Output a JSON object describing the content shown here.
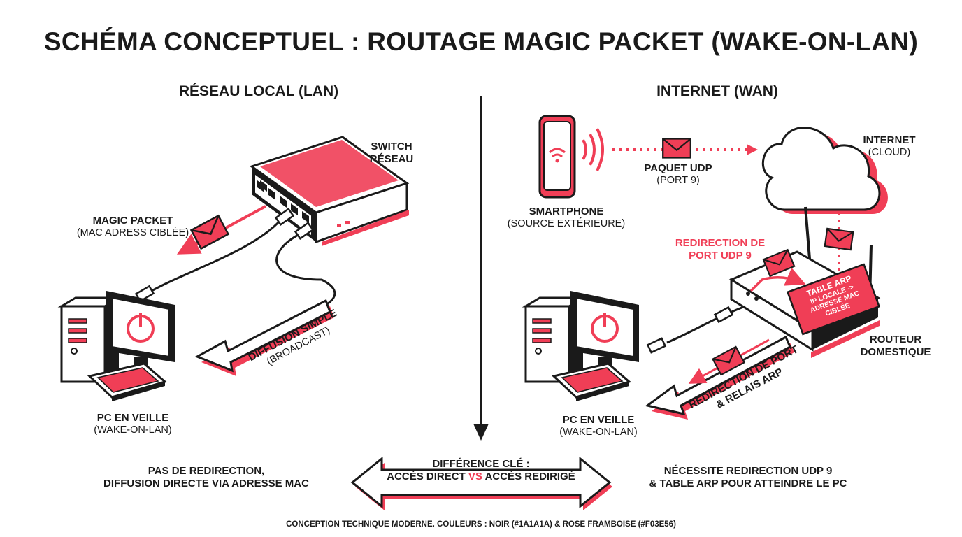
{
  "title": "SCHÉMA CONCEPTUEL : ROUTAGE MAGIC PACKET (WAKE-ON-LAN)",
  "colors": {
    "ink": "#1A1A1A",
    "accent": "#F03E56",
    "background": "#FFFFFF"
  },
  "lan": {
    "heading": "RÉSEAU LOCAL (LAN)",
    "switch": {
      "line1": "SWITCH",
      "line2": "RÉSEAU"
    },
    "magic_packet": {
      "title": "MAGIC PACKET",
      "sub": "(MAC ADRESS CIBLÉE)"
    },
    "broadcast": {
      "title": "DIFFUSION SIMPLE",
      "sub": "(BROADCAST)"
    },
    "pc": {
      "title": "PC EN VEILLE",
      "sub": "(WAKE-ON-LAN)"
    },
    "summary": {
      "line1": "PAS DE REDIRECTION,",
      "line2": "DIFFUSION DIRECTE VIA ADRESSE MAC"
    }
  },
  "wan": {
    "heading": "INTERNET (WAN)",
    "smartphone": {
      "title": "SMARTPHONE",
      "sub": "(SOURCE EXTÉRIEURE)"
    },
    "udp_packet": {
      "title": "PAQUET UDP",
      "sub": "(PORT 9)"
    },
    "internet": {
      "title": "INTERNET",
      "sub": "(CLOUD)"
    },
    "port_redirect": {
      "line1": "REDIRECTION DE",
      "line2": "PORT UDP 9"
    },
    "arp_table": {
      "line1": "TABLE ARP",
      "line2": "IP LOCALE -> ",
      "line3": "ADRESSE MAC",
      "line4": "CIBLÉE"
    },
    "router": {
      "line1": "ROUTEUR",
      "line2": "DOMESTIQUE"
    },
    "relay": {
      "line1": "REDIRECTION DE PORT",
      "line2": "& RELAIS ARP"
    },
    "pc": {
      "title": "PC EN VEILLE",
      "sub": "(WAKE-ON-LAN)"
    },
    "summary": {
      "line1": "NÉCESSITE REDIRECTION UDP 9",
      "line2": "& TABLE ARP POUR ATTEINDRE LE PC"
    }
  },
  "key_difference": {
    "title": "DIFFÉRENCE CLÉ :",
    "part1": "ACCÈS DIRECT",
    "vs": "VS",
    "part2": "ACCÈS REDIRIGÉ"
  },
  "footer": "CONCEPTION TECHNIQUE MODERNE. COULEURS : NOIR (#1A1A1A) & ROSE FRAMBOISE (#F03E56)"
}
